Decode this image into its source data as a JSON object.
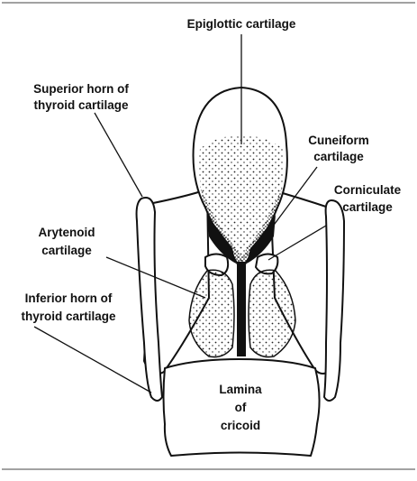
{
  "labels": {
    "epiglottic": "Epiglottic cartilage",
    "superior_horn": [
      "Superior horn of",
      "thyroid cartilage"
    ],
    "cuneiform": [
      "Cuneiform",
      "cartilage"
    ],
    "corniculate": [
      "Corniculate",
      "cartilage"
    ],
    "arytenoid": [
      "Arytenoid",
      "cartilage"
    ],
    "inferior_horn": [
      "Inferior horn of",
      "thyroid cartilage"
    ],
    "lamina": [
      "Lamina",
      "of",
      "cricoid"
    ]
  }
}
